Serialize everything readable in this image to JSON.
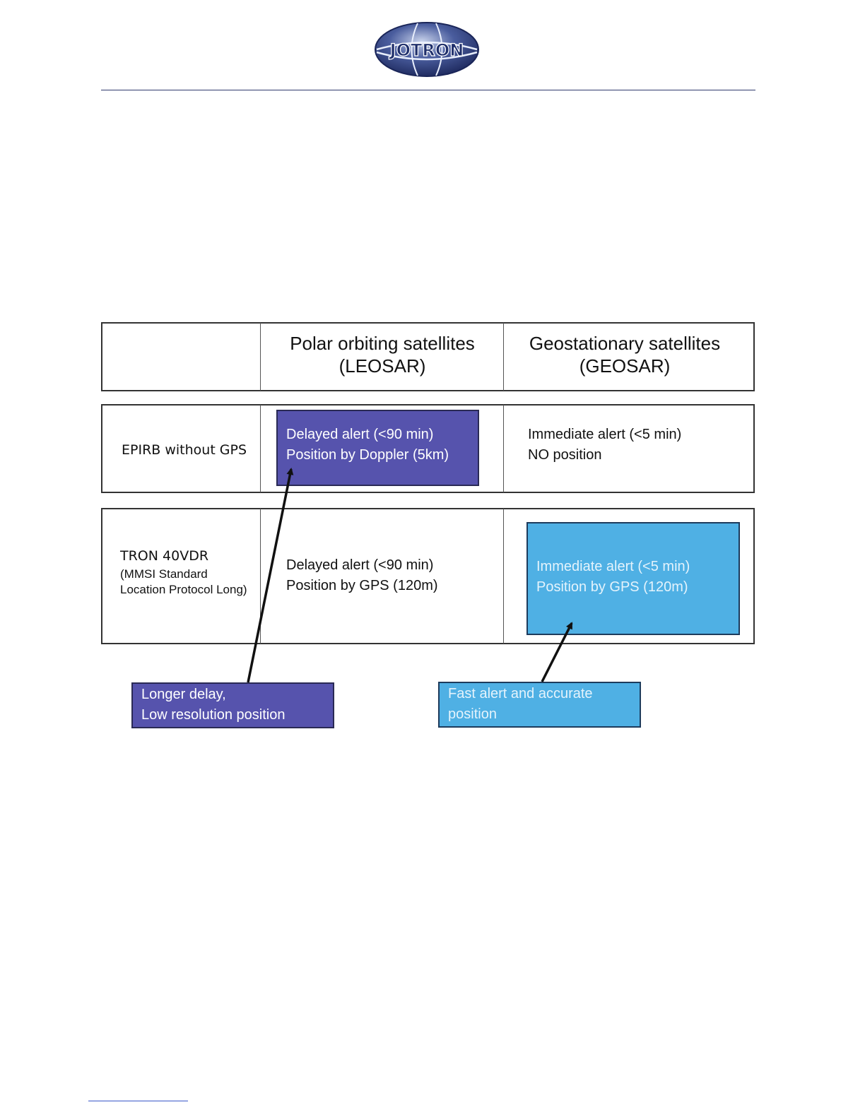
{
  "header": {
    "logo_text": "JOTRON"
  },
  "table": {
    "columns": [
      {
        "line1": "Polar orbiting satellites",
        "line2": "(LEOSAR)"
      },
      {
        "line1": "Geostationary satellites",
        "line2": "(GEOSAR)"
      }
    ],
    "rows": [
      {
        "label": "EPIRB without GPS",
        "leosar": {
          "line1": "Delayed alert (<90 min)",
          "line2": "Position by Doppler (5km)"
        },
        "geosar": {
          "line1": "Immediate alert (<5 min)",
          "line2": "NO position"
        }
      },
      {
        "label": "TRON 40VDR",
        "sublabel_line1": "(MMSI Standard",
        "sublabel_line2": "Location Protocol Long)",
        "leosar": {
          "line1": "Delayed alert (<90 min)",
          "line2": "Position by GPS (120m)"
        },
        "geosar": {
          "line1": "Immediate alert (<5 min)",
          "line2": "Position by GPS (120m)"
        }
      }
    ]
  },
  "callouts": {
    "left": {
      "line1": "Longer delay,",
      "line2": "Low resolution position"
    },
    "right": {
      "line1": "Fast alert and accurate",
      "line2": "position"
    }
  },
  "colors": {
    "purple_highlight": "#5653ad",
    "blue_highlight": "#4fb0e4",
    "logo_navy": "#1f2f6b"
  }
}
